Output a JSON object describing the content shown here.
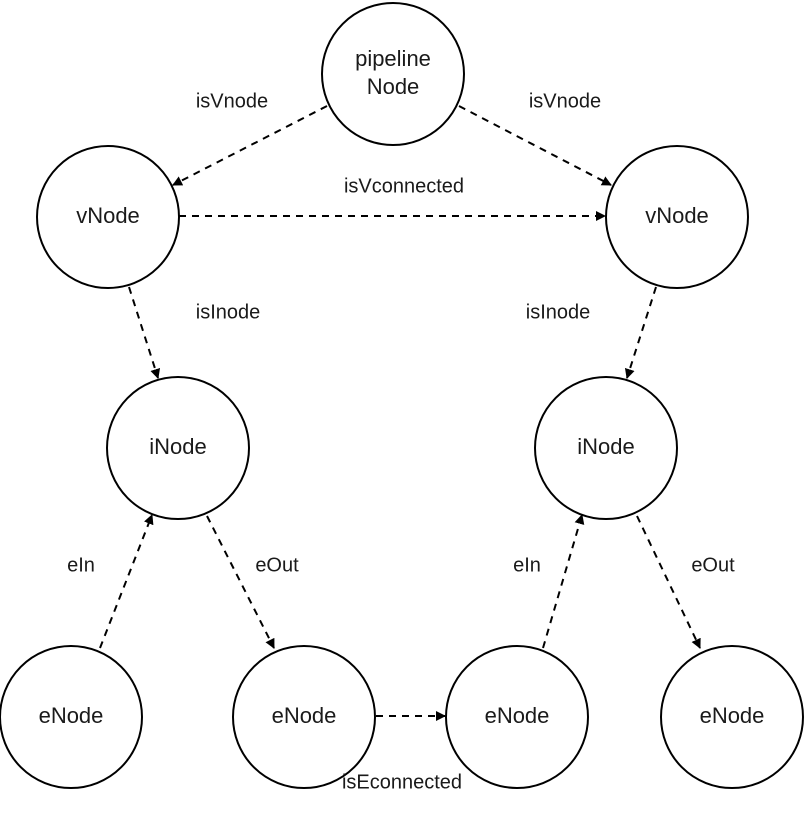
{
  "nodes": [
    {
      "id": "pipeline",
      "lines": [
        "pipeline",
        "Node"
      ]
    },
    {
      "id": "v1",
      "lines": [
        "vNode"
      ]
    },
    {
      "id": "v2",
      "lines": [
        "vNode"
      ]
    },
    {
      "id": "i1",
      "lines": [
        "iNode"
      ]
    },
    {
      "id": "i2",
      "lines": [
        "iNode"
      ]
    },
    {
      "id": "e1",
      "lines": [
        "eNode"
      ]
    },
    {
      "id": "e2",
      "lines": [
        "eNode"
      ]
    },
    {
      "id": "e3",
      "lines": [
        "eNode"
      ]
    },
    {
      "id": "e4",
      "lines": [
        "eNode"
      ]
    }
  ],
  "edges": [
    {
      "id": "pipeline-v1",
      "from": "pipeline",
      "to": "v1",
      "label": "isVnode"
    },
    {
      "id": "pipeline-v2",
      "from": "pipeline",
      "to": "v2",
      "label": "isVnode"
    },
    {
      "id": "v1-v2",
      "from": "v1",
      "to": "v2",
      "label": "isVconnected"
    },
    {
      "id": "v1-i1",
      "from": "v1",
      "to": "i1",
      "label": "isInode"
    },
    {
      "id": "v2-i2",
      "from": "v2",
      "to": "i2",
      "label": "isInode"
    },
    {
      "id": "e1-i1",
      "from": "e1",
      "to": "i1",
      "label": "eIn"
    },
    {
      "id": "i1-e2",
      "from": "i1",
      "to": "e2",
      "label": "eOut"
    },
    {
      "id": "e2-e3",
      "from": "e2",
      "to": "e3",
      "label": "isEconnected"
    },
    {
      "id": "e3-i2",
      "from": "e3",
      "to": "i2",
      "label": "eIn"
    },
    {
      "id": "i2-e4",
      "from": "i2",
      "to": "e4",
      "label": "eOut"
    }
  ]
}
